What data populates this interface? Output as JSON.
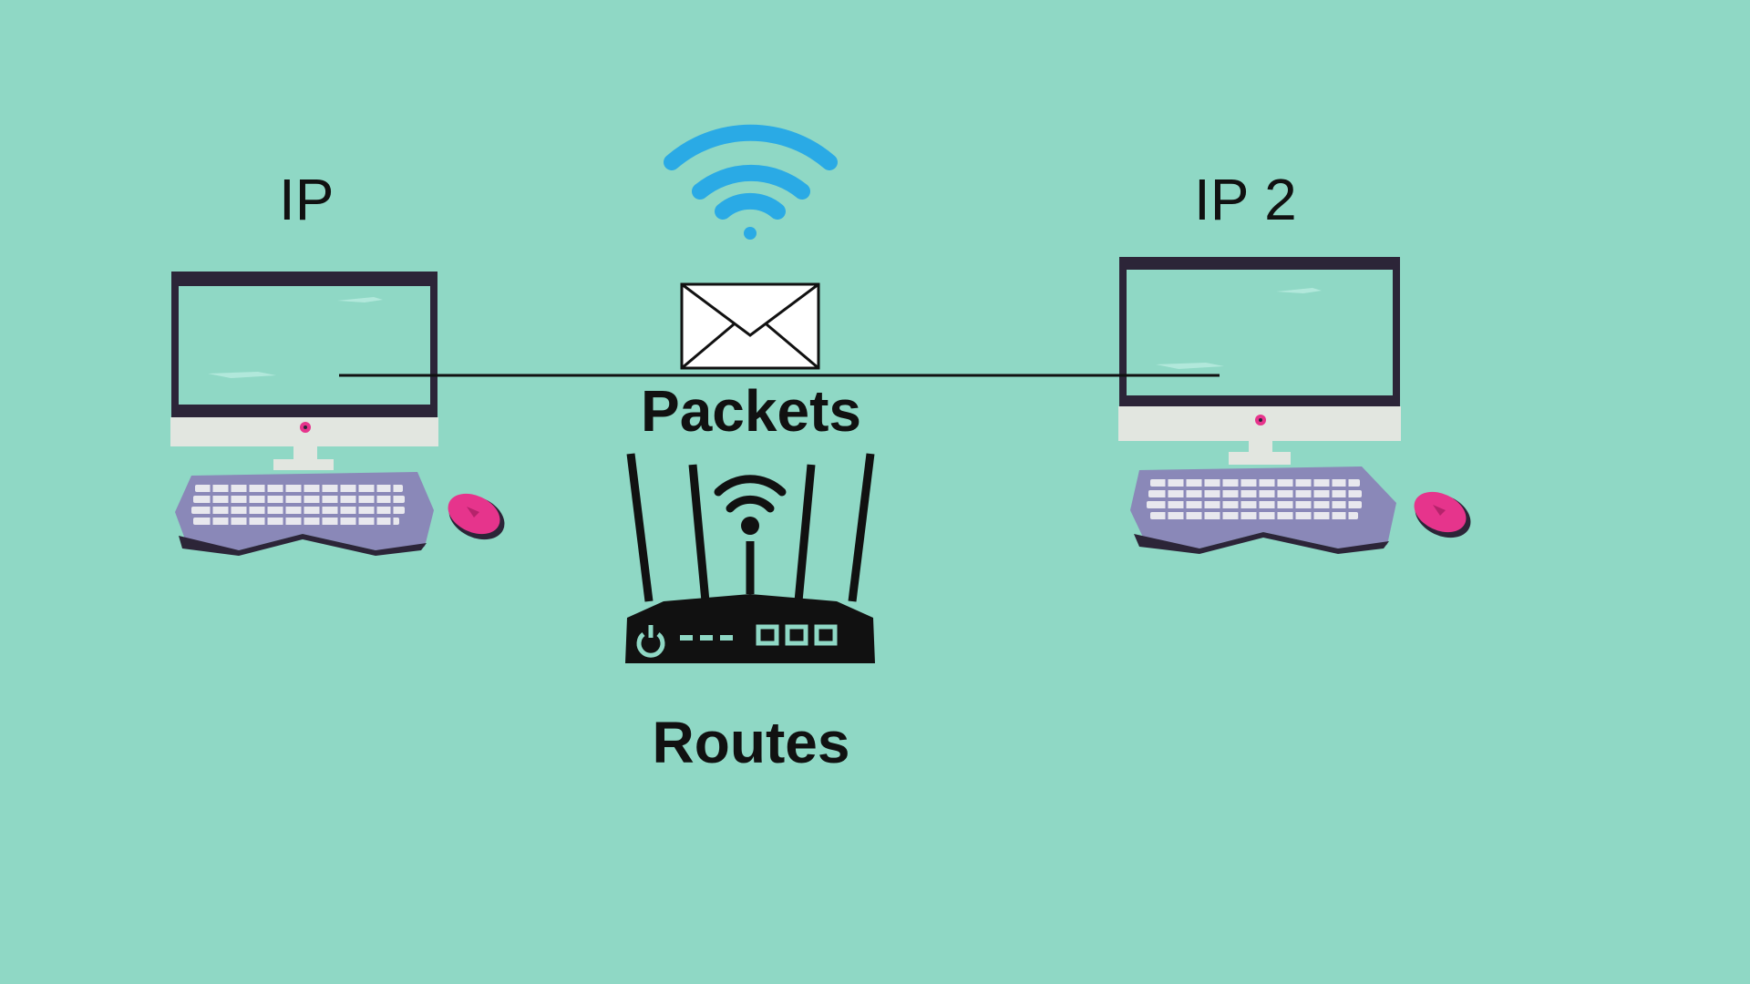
{
  "nodes": {
    "left": {
      "label": "IP"
    },
    "right": {
      "label": "IP 2"
    }
  },
  "packets": {
    "label": "Packets",
    "icon": "envelope-icon"
  },
  "router": {
    "label": "Routes",
    "icon": "router-icon"
  },
  "wifi": {
    "icon": "wifi-icon"
  },
  "colors": {
    "background": "#8fd8c5",
    "wifi": "#2aaae5",
    "monitor_frame": "#2c2538",
    "monitor_stand": "#e2e6e0",
    "keyboard": "#8a88b8",
    "mouse": "#e6348c",
    "text": "#111111"
  }
}
